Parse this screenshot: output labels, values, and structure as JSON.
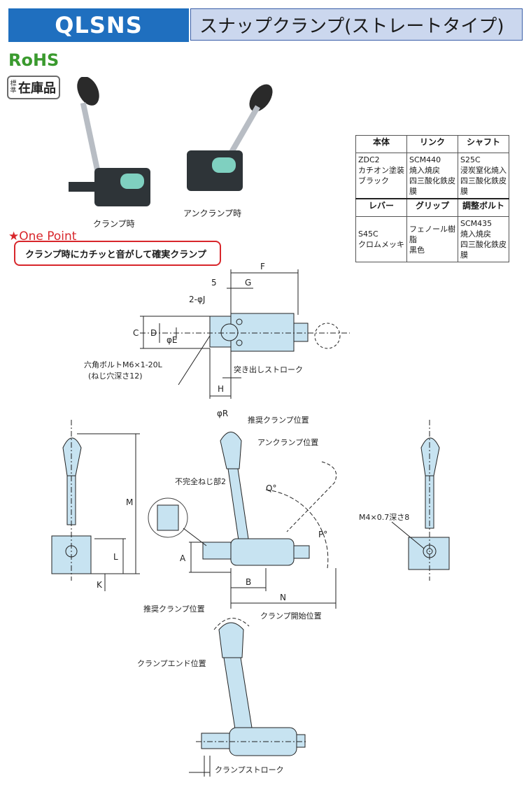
{
  "header": {
    "code": "QLSNS",
    "title": "スナップクランプ(ストレートタイプ)"
  },
  "badges": {
    "rohs": "RoHS",
    "stock_small": "標準",
    "stock_big": "在庫品"
  },
  "photo_captions": {
    "clamp": "クランプ時",
    "unclamp": "アンクランプ時"
  },
  "one_point": {
    "label": "★One Point",
    "text": "クランプ時にカチッと音がして確実クランプ"
  },
  "materials": {
    "header1": [
      "本体",
      "リンク",
      "シャフト"
    ],
    "row1": [
      "ZDC2\nカチオン塗装\nブラック",
      "SCM440\n焼入焼戻\n四三酸化鉄皮膜",
      "S25C\n浸炭窒化焼入\n四三酸化鉄皮膜"
    ],
    "header2": [
      "レバー",
      "グリップ",
      "調整ボルト"
    ],
    "row2": [
      "S45C\nクロムメッキ",
      "フェノール樹脂\n黒色",
      "SCM435\n焼入焼戻\n四三酸化鉄皮膜"
    ]
  },
  "top_view": {
    "dim_F": "F",
    "dim_5": "5",
    "dim_G": "G",
    "dim_2J": "2-φJ",
    "dim_C": "C",
    "dim_D": "D",
    "dim_E": "φE",
    "dim_H": "H",
    "bolt_note1": "六角ボルトM6×1-20L",
    "bolt_note2": "(ねじ穴深さ12)",
    "stroke_note": "突き出しストローク"
  },
  "front_view": {
    "dim_R": "φR",
    "recommended": "推奨クランプ位置",
    "unclamp_pos": "アンクランプ位置",
    "incomplete_thread": "不完全ねじ部2",
    "dim_Q": "Q°",
    "dim_P": "P°",
    "dim_A": "A",
    "dim_B": "B",
    "dim_N": "N"
  },
  "left_view": {
    "dim_M": "M",
    "dim_L": "L",
    "dim_K": "K"
  },
  "right_view": {
    "thread_note": "M4×0.7深さ8"
  },
  "bottom_view": {
    "recommended": "推奨クランプ位置",
    "start_pos": "クランプ開始位置",
    "end_pos": "クランプエンド位置",
    "stroke": "クランプストローク"
  },
  "colors": {
    "header_blue": "#1f6fbf",
    "header_light": "#cbd7ee",
    "part_fill": "#c7e3f1",
    "accent_red": "#d8262b",
    "rohs_green": "#3a9a2e"
  }
}
